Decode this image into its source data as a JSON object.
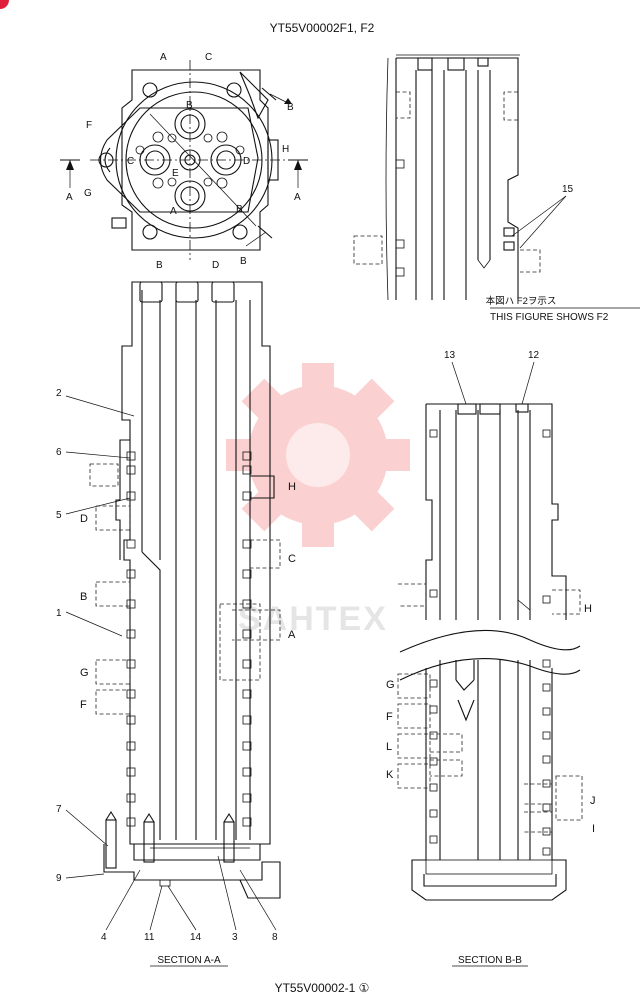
{
  "page": {
    "title": "YT55V00002F1, F2",
    "footer": "YT55V00002-1 ①",
    "corner_badge_color": "#e0203a",
    "watermark_text": "SAHTEX",
    "watermark_color": "#f05a5a"
  },
  "top_view": {
    "labels": [
      "A",
      "C",
      "B",
      "F",
      "H",
      "A",
      "A",
      "G",
      "B",
      "B",
      "B",
      "D",
      "B",
      "C",
      "D",
      "E",
      "A"
    ]
  },
  "f2_figure": {
    "callout": "15",
    "note_jp": "本図ハ F2ヲ示ス",
    "note_en": "THIS FIGURE SHOWS F2"
  },
  "section_aa": {
    "title": "SECTION A-A",
    "callouts": [
      "2",
      "6",
      "5",
      "1",
      "7",
      "9",
      "4",
      "11",
      "14",
      "3",
      "8"
    ],
    "port_labels": [
      "H",
      "D",
      "C",
      "B",
      "A",
      "G",
      "F"
    ]
  },
  "section_bb": {
    "title": "SECTION B-B",
    "callouts": [
      "13",
      "12"
    ],
    "port_labels": [
      "H",
      "G",
      "F",
      "L",
      "K",
      "J",
      "I"
    ]
  }
}
